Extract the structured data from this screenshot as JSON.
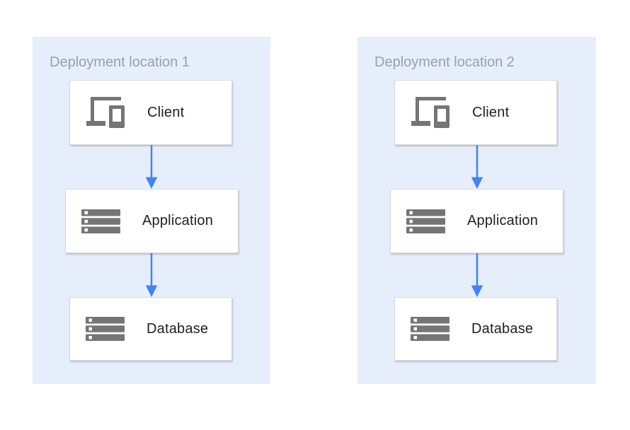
{
  "diagram": {
    "type": "architecture-diagram",
    "colors": {
      "page_background": "#ffffff",
      "panel_background": "#e5eefa",
      "arrow_blue": "#4284f3",
      "icon_gray": "#757575",
      "title_gray": "#9aa0a6",
      "node_text": "#212121",
      "node_border": "#d9d9d9",
      "node_background": "#ffffff"
    },
    "panels": [
      {
        "title": "Deployment location 1",
        "nodes": [
          {
            "label": "Client",
            "icon": "devices-icon"
          },
          {
            "label": "Application",
            "icon": "server-stack-icon"
          },
          {
            "label": "Database",
            "icon": "server-stack-icon"
          }
        ],
        "connections": [
          {
            "from": "Client",
            "to": "Application"
          },
          {
            "from": "Application",
            "to": "Database"
          }
        ]
      },
      {
        "title": "Deployment location 2",
        "nodes": [
          {
            "label": "Client",
            "icon": "devices-icon"
          },
          {
            "label": "Application",
            "icon": "server-stack-icon"
          },
          {
            "label": "Database",
            "icon": "server-stack-icon"
          }
        ],
        "connections": [
          {
            "from": "Client",
            "to": "Application"
          },
          {
            "from": "Application",
            "to": "Database"
          }
        ]
      }
    ]
  }
}
